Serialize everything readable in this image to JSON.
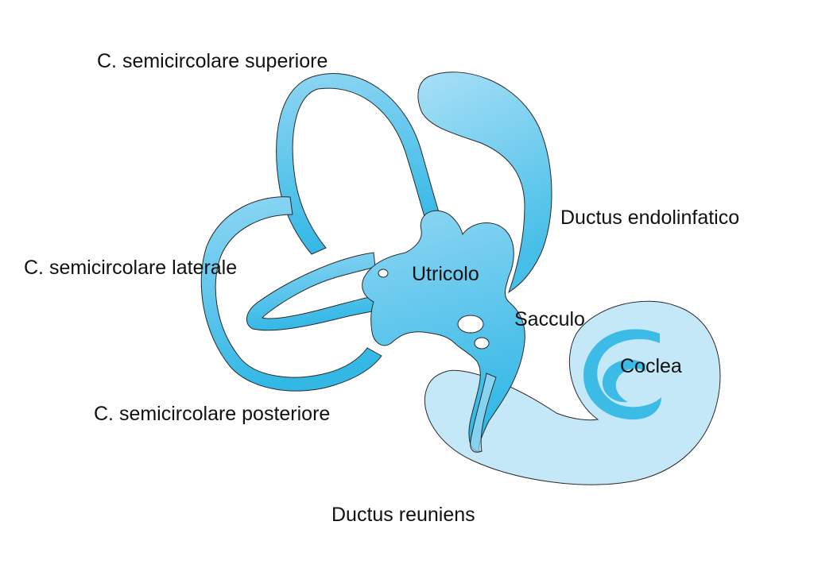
{
  "colors": {
    "labyrinth_fill": "#52c3ea",
    "labyrinth_fill_light": "#a6def5",
    "cochlea_fill": "#c4e8f7",
    "cochlea_inner": "#3bbbe6",
    "outline": "#2a2a2a",
    "text": "#111111"
  },
  "labels": {
    "superior_canal": "C. semicircolare superiore",
    "lateral_canal": "C. semicircolare laterale",
    "posterior_canal": "C. semicircolare posteriore",
    "endolymphatic_duct": "Ductus endolinfatico",
    "utricle": "Utricolo",
    "saccule": "Sacculo",
    "cochlea": "Coclea",
    "ductus_reuniens": "Ductus reuniens"
  }
}
